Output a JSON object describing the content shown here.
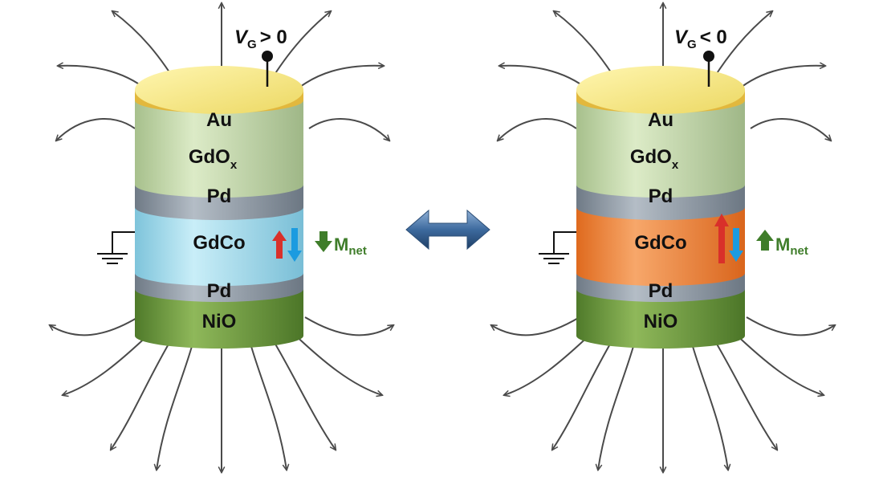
{
  "colors": {
    "field_line": "#4a4a4a",
    "gold_top": "#f7ea83",
    "gold_rim": "#e0b63c",
    "oxide": "#c6dcae",
    "pd": "#8f9aa6",
    "gdco_compensated": "#a8dcec",
    "gdco_net": "#f08a3d",
    "nio": "#6f9a3f",
    "moment_red": "#d9302a",
    "moment_blue": "#1b9be0",
    "mnet_green": "#3f7d2a",
    "switch_arrow": "#3d6a9e"
  },
  "icons": {
    "switch": "double-headed-arrow-icon",
    "ground": "ground-icon",
    "moment_up": "arrow-up-icon",
    "moment_down": "arrow-down-icon"
  },
  "panels": [
    {
      "gate": {
        "symbol": "V",
        "subscript": "G",
        "relation": "> 0"
      },
      "layers": {
        "top": "Au",
        "oxide": "GdO",
        "oxide_sub": "x",
        "pd_top": "Pd",
        "magnet": "GdCo",
        "pd_bottom": "Pd",
        "base": "NiO"
      },
      "magnet_state": "compensated",
      "mnet": {
        "direction": "down",
        "label": "M",
        "subscript": "net"
      }
    },
    {
      "gate": {
        "symbol": "V",
        "subscript": "G",
        "relation": "< 0"
      },
      "layers": {
        "top": "Au",
        "oxide": "GdO",
        "oxide_sub": "x",
        "pd_top": "Pd",
        "magnet": "GdCo",
        "pd_bottom": "Pd",
        "base": "NiO"
      },
      "magnet_state": "net-moment",
      "mnet": {
        "direction": "up",
        "label": "M",
        "subscript": "net"
      }
    }
  ]
}
